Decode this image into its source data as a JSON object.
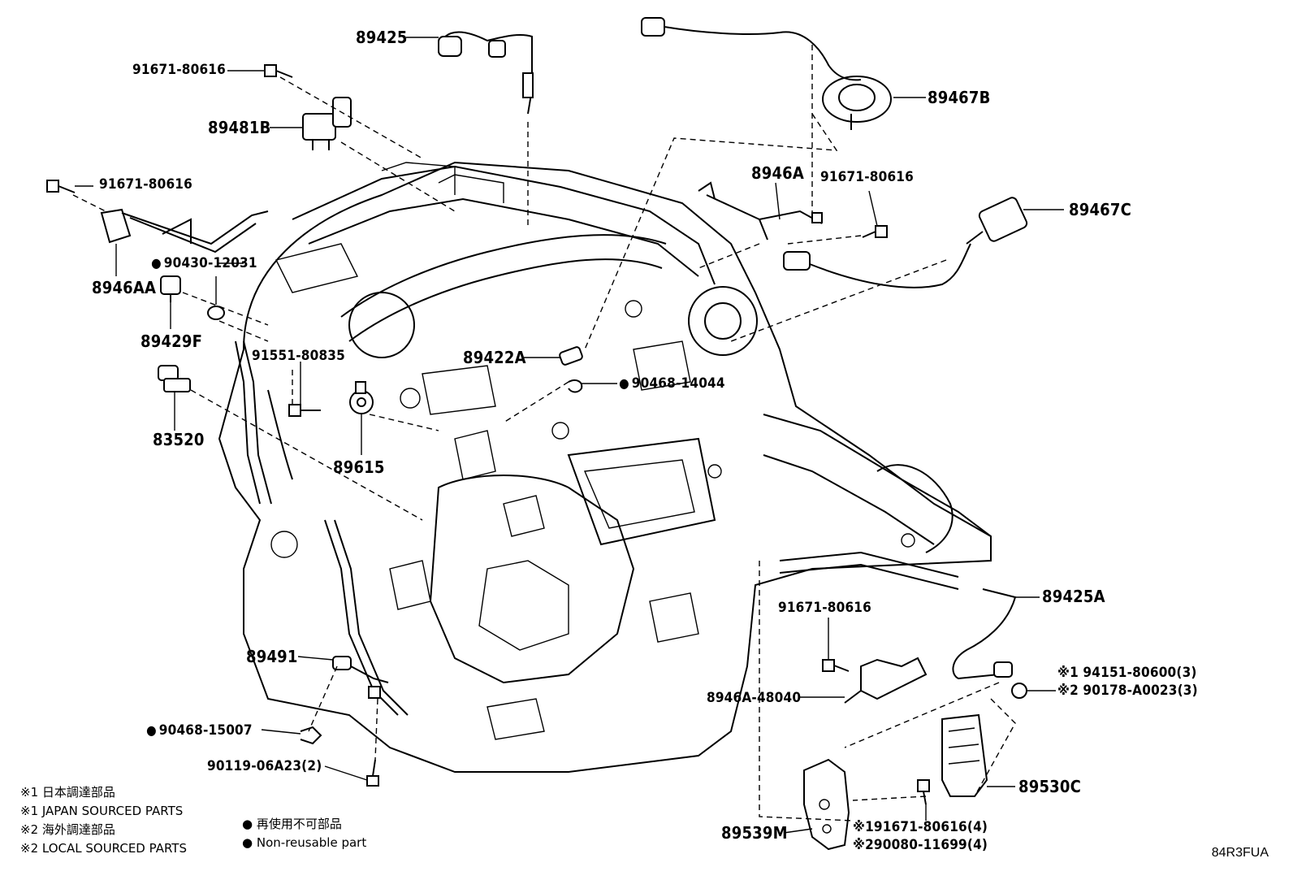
{
  "diagram_code": "84R3FUA",
  "part_labels": {
    "p89425": "89425",
    "p91671_a": "91671-80616",
    "p89481B": "89481B",
    "p91671_b": "91671-80616",
    "p8946AA": "8946AA",
    "p90430": "90430-12031",
    "p89429F": "89429F",
    "p91551": "91551-80835",
    "p83520": "83520",
    "p89615": "89615",
    "p89422A": "89422A",
    "p90468_14044": "90468-14044",
    "p89467B": "89467B",
    "p8946A": "8946A",
    "p91671_c": "91671-80616",
    "p89467C": "89467C",
    "p89425A": "89425A",
    "p91671_d": "91671-80616",
    "p8946A_48040": "8946A-48040",
    "p94151": "※1 94151-80600(3)",
    "p90178": "※2 90178-A0023(3)",
    "p89530C": "89530C",
    "p89539M": "89539M",
    "p91671_e": "※191671-80616(4)",
    "p90080": "※290080-11699(4)",
    "p89491": "89491",
    "p90468_15007": "90468-15007",
    "p90119": "90119-06A23(2)"
  },
  "legend": {
    "jp_sourced_ja": "※1 日本調達部品",
    "jp_sourced_en": "※1 JAPAN SOURCED PARTS",
    "local_ja": "※2 海外調達部品",
    "local_en": "※2 LOCAL SOURCED PARTS",
    "nonreuse_ja": "再使用不可部品",
    "nonreuse_en": "Non-reusable part",
    "dot": "●"
  }
}
